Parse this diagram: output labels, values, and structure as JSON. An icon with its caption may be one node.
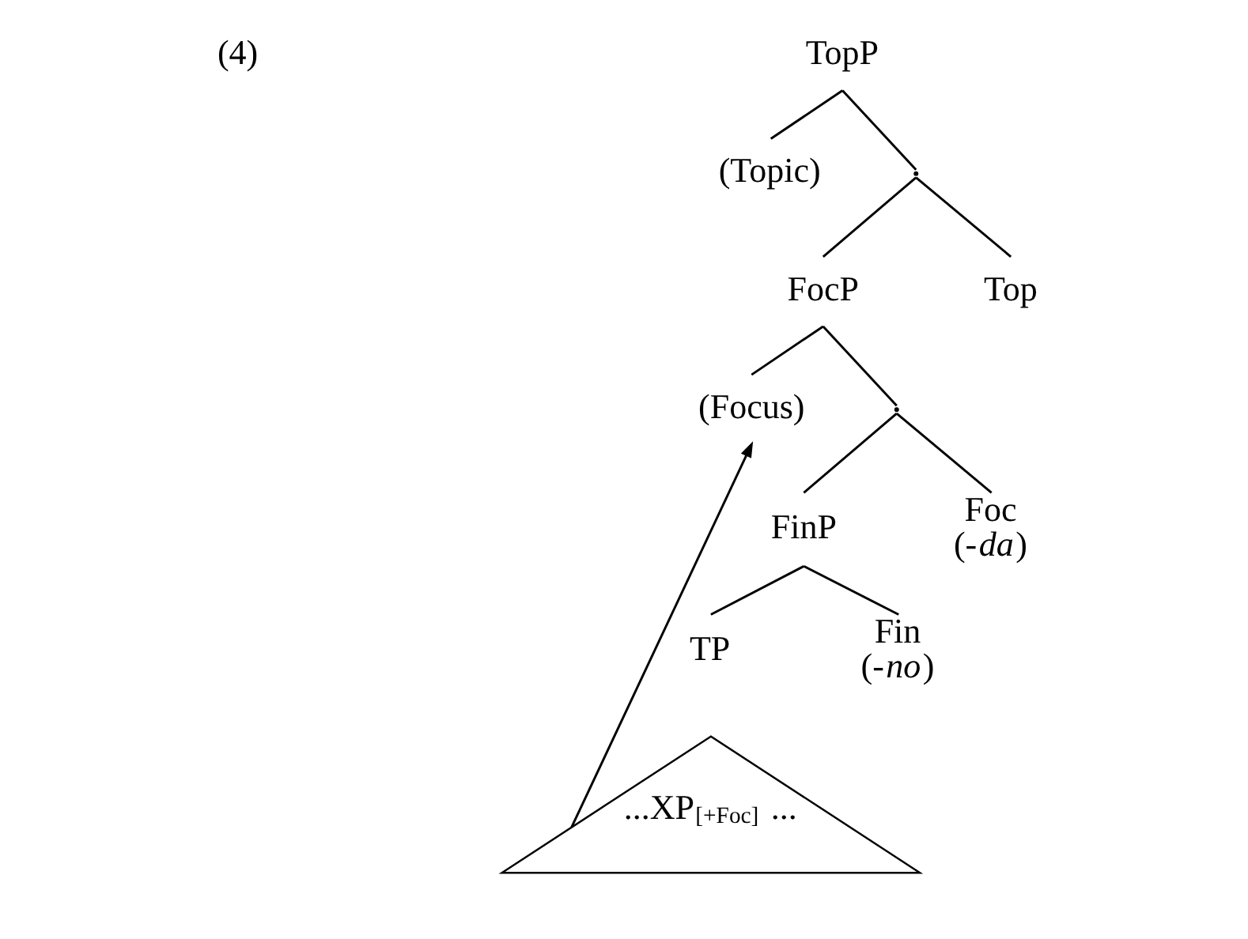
{
  "diagram": {
    "nodes": [
      {
        "text": [
          "TopP"
        ]
      },
      {
        "text": [
          "(Topic)"
        ]
      },
      {
        "text": [],
        "shape": "point"
      },
      {
        "text": [
          "FocP"
        ]
      },
      {
        "text": [
          "Top"
        ]
      },
      {
        "text": [
          "(Focus)"
        ]
      },
      {
        "text": [],
        "shape": "point"
      },
      {
        "text": [
          "FinP"
        ]
      },
      {
        "text": [
          "Foc",
          "(-*da*)"
        ]
      },
      {
        "text": [
          "TP"
        ]
      },
      {
        "text": [
          "Fin",
          "(-*no*)"
        ]
      },
      {
        "text": [
          "...XP$_{[+Foc]}$ ..."
        ]
      }
    ],
    "edges": [
      {
        "from": 0,
        "to": 1,
        "arrow": "none"
      },
      {
        "from": 0,
        "to": 2,
        "arrow": "none"
      },
      {
        "from": 2,
        "to": 3,
        "arrow": "none"
      },
      {
        "from": 2,
        "to": 4,
        "arrow": "none"
      },
      {
        "from": 3,
        "to": 5,
        "arrow": "none"
      },
      {
        "from": 3,
        "to": 6,
        "arrow": "none"
      },
      {
        "from": 6,
        "to": 7,
        "arrow": "none"
      },
      {
        "from": 6,
        "to": 8,
        "arrow": "none"
      },
      {
        "from": 7,
        "to": 9,
        "arrow": "none"
      },
      {
        "from": 7,
        "to": 10,
        "arrow": "none"
      },
      {
        "from": 11,
        "to": 5,
        "arrow": "to"
      }
    ],
    "labels": [
      "(4)"
    ]
  }
}
